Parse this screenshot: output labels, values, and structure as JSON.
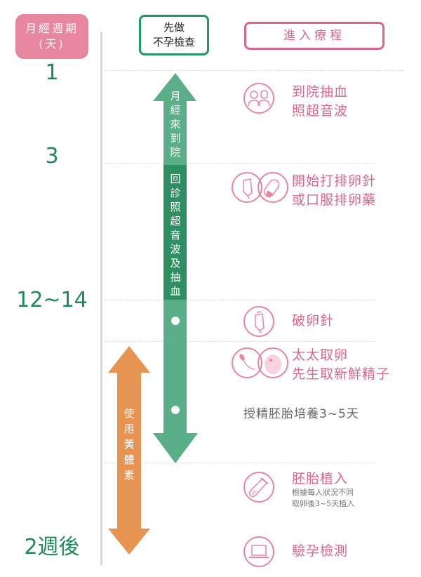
{
  "headers": {
    "cycle": {
      "line1": "月經週期",
      "line2": "(天)",
      "color": "#e8869f"
    },
    "pretest": {
      "line1": "先做",
      "line2": "不孕檢查",
      "color": "#1f9a63"
    },
    "treatment": {
      "label": "進入療程",
      "color": "#d9678a"
    }
  },
  "days": [
    {
      "label": "1"
    },
    {
      "label": "3"
    },
    {
      "label": "12~14"
    },
    {
      "label": "2週後"
    }
  ],
  "arrows": {
    "green": {
      "segment1": [
        "月",
        "經",
        "來",
        "到",
        "院"
      ],
      "segment2": [
        "回",
        "診",
        "照",
        "超",
        "音",
        "波",
        "及",
        "抽",
        "血"
      ],
      "color_light": "#5aae88",
      "color_dark": "#2e8f63"
    },
    "orange": {
      "text": [
        "使",
        "用",
        "黃",
        "體",
        "素"
      ],
      "color": "#e79453"
    }
  },
  "steps": [
    {
      "icon": "couple-icon",
      "line1": "到院抽血",
      "line2": "照超音波"
    },
    {
      "icon": "syringe-and-pill-icon",
      "line1": "開始打排卵針",
      "line2": "或口服排卵藥"
    },
    {
      "icon": "syringe-icon",
      "line1": "破卵針"
    },
    {
      "icon": "sperm-and-egg-icon",
      "line1": "太太取卵",
      "line2": "先生取新鮮精子"
    },
    {
      "line1": "授精胚胎培養3~5天"
    },
    {
      "icon": "test-tube-icon",
      "line1": "胚胎植入",
      "sub1": "根據每人狀況不同",
      "sub2": "取卵後3~5天植入"
    },
    {
      "icon": "laptop-icon",
      "line1": "驗孕檢測"
    }
  ]
}
